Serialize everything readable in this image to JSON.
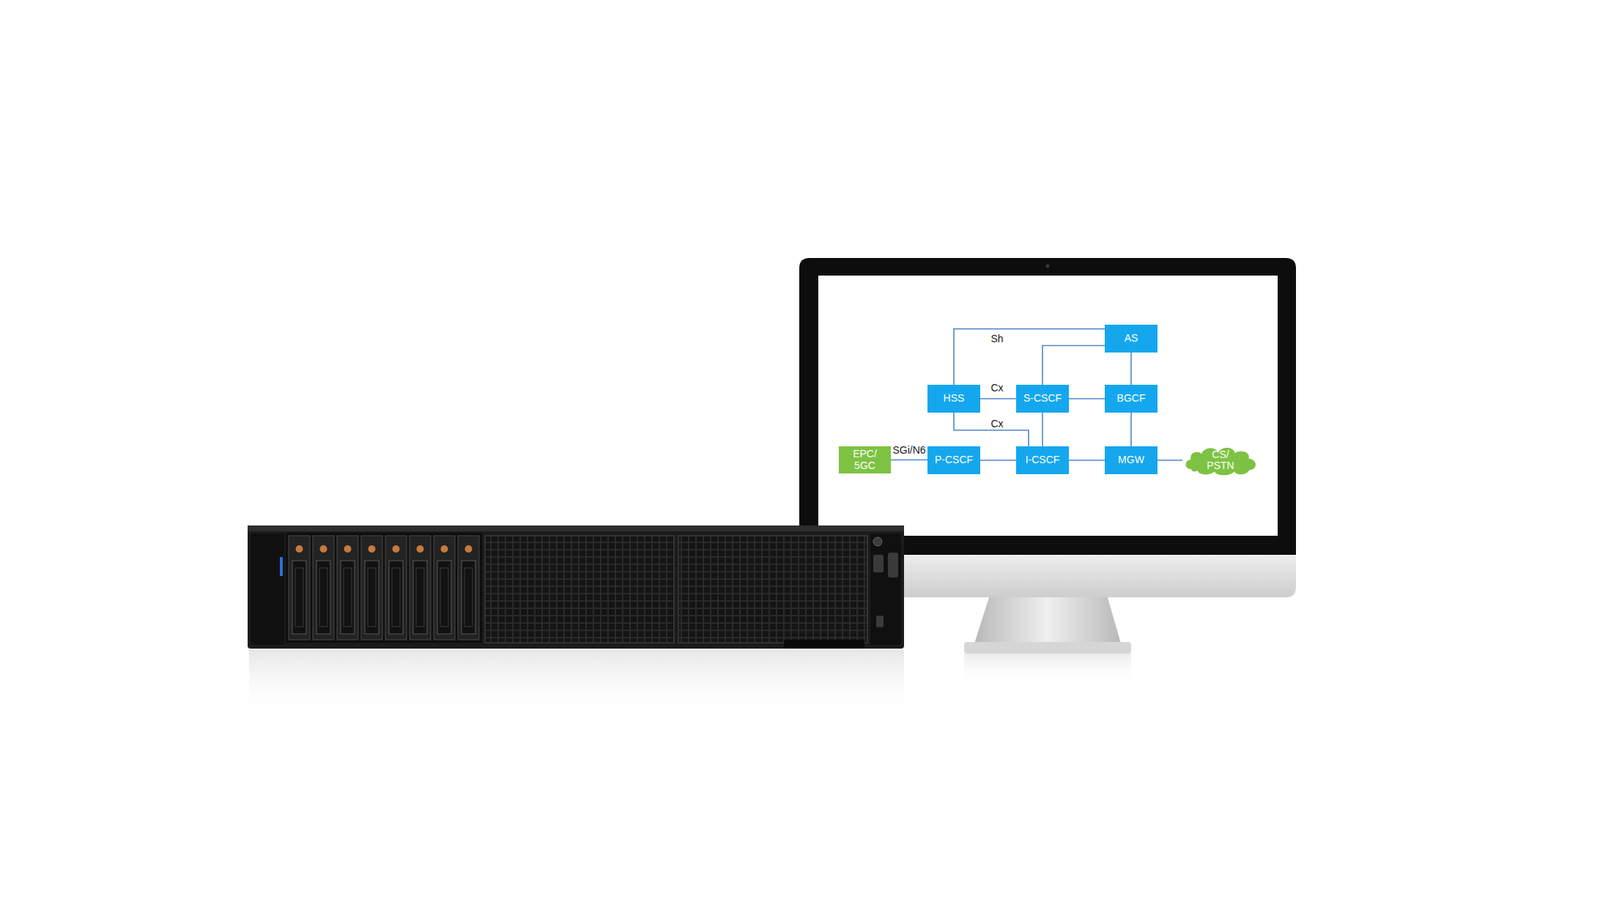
{
  "diagram": {
    "nodes": [
      {
        "text": [
          "AS"
        ]
      },
      {
        "text": [
          "HSS"
        ]
      },
      {
        "text": [
          "S-CSCF"
        ]
      },
      {
        "text": [
          "BGCF"
        ]
      },
      {
        "text": [
          "EPC/ 5GC"
        ]
      },
      {
        "text": [
          "P-CSCF"
        ]
      },
      {
        "text": [
          "I-CSCF"
        ]
      },
      {
        "text": [
          "MGW"
        ]
      },
      {
        "text": [
          "CS/ PSTN"
        ]
      }
    ],
    "edges": [
      {
        "from": 1,
        "to": 0,
        "label": "Sh",
        "arrow": "none"
      },
      {
        "from": 1,
        "to": 2,
        "label": "Cx",
        "arrow": "none"
      },
      {
        "from": 1,
        "to": 6,
        "label": "Cx",
        "arrow": "none"
      },
      {
        "from": 2,
        "to": 0,
        "arrow": "none"
      },
      {
        "from": 0,
        "to": 3,
        "arrow": "none"
      },
      {
        "from": 2,
        "to": 3,
        "arrow": "none"
      },
      {
        "from": 2,
        "to": 6,
        "arrow": "none"
      },
      {
        "from": 4,
        "to": 5,
        "label": "SGi/N6",
        "arrow": "none"
      },
      {
        "from": 5,
        "to": 6,
        "arrow": "none"
      },
      {
        "from": 6,
        "to": 7,
        "arrow": "none"
      },
      {
        "from": 3,
        "to": 7,
        "arrow": "none"
      },
      {
        "from": 7,
        "to": 8,
        "arrow": "none"
      }
    ]
  }
}
